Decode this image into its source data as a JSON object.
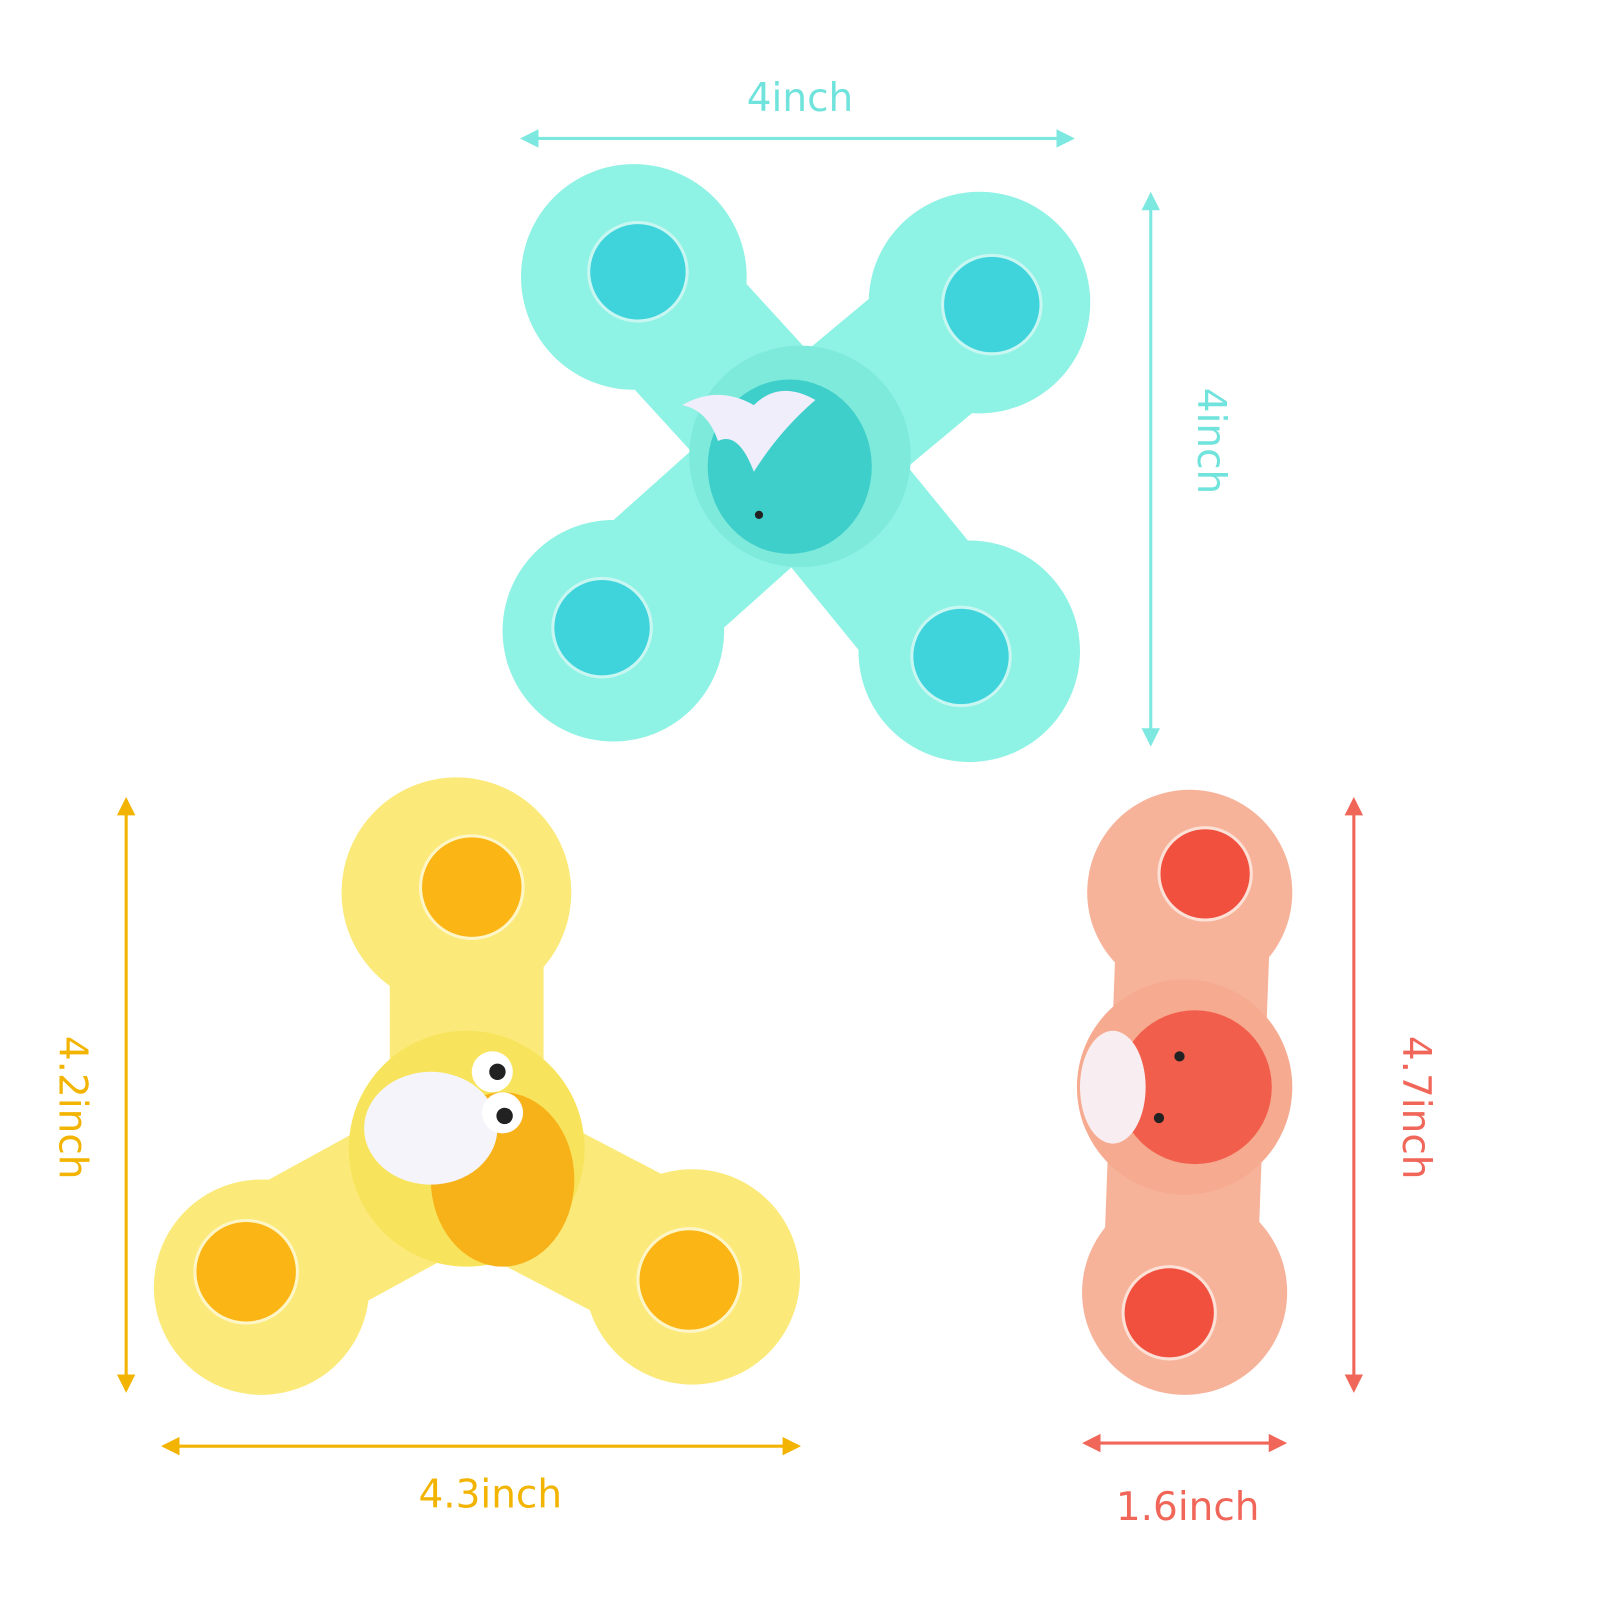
{
  "dimensions": {
    "teal_width": "4inch",
    "teal_height": "4inch",
    "yellow_height": "4.2inch",
    "yellow_width": "4.3inch",
    "pink_height": "4.7inch",
    "pink_width": "1.6inch"
  },
  "colors": {
    "teal_label": "#6fe3dc",
    "yellow_label": "#f2b400",
    "pink_label": "#f0675a",
    "teal_body": "#8ef2e4",
    "teal_button": "#3fd3dc",
    "yellow_body": "#fbea7a",
    "yellow_button": "#fbb515",
    "pink_body": "#f6b39a",
    "pink_button": "#f2503f"
  }
}
